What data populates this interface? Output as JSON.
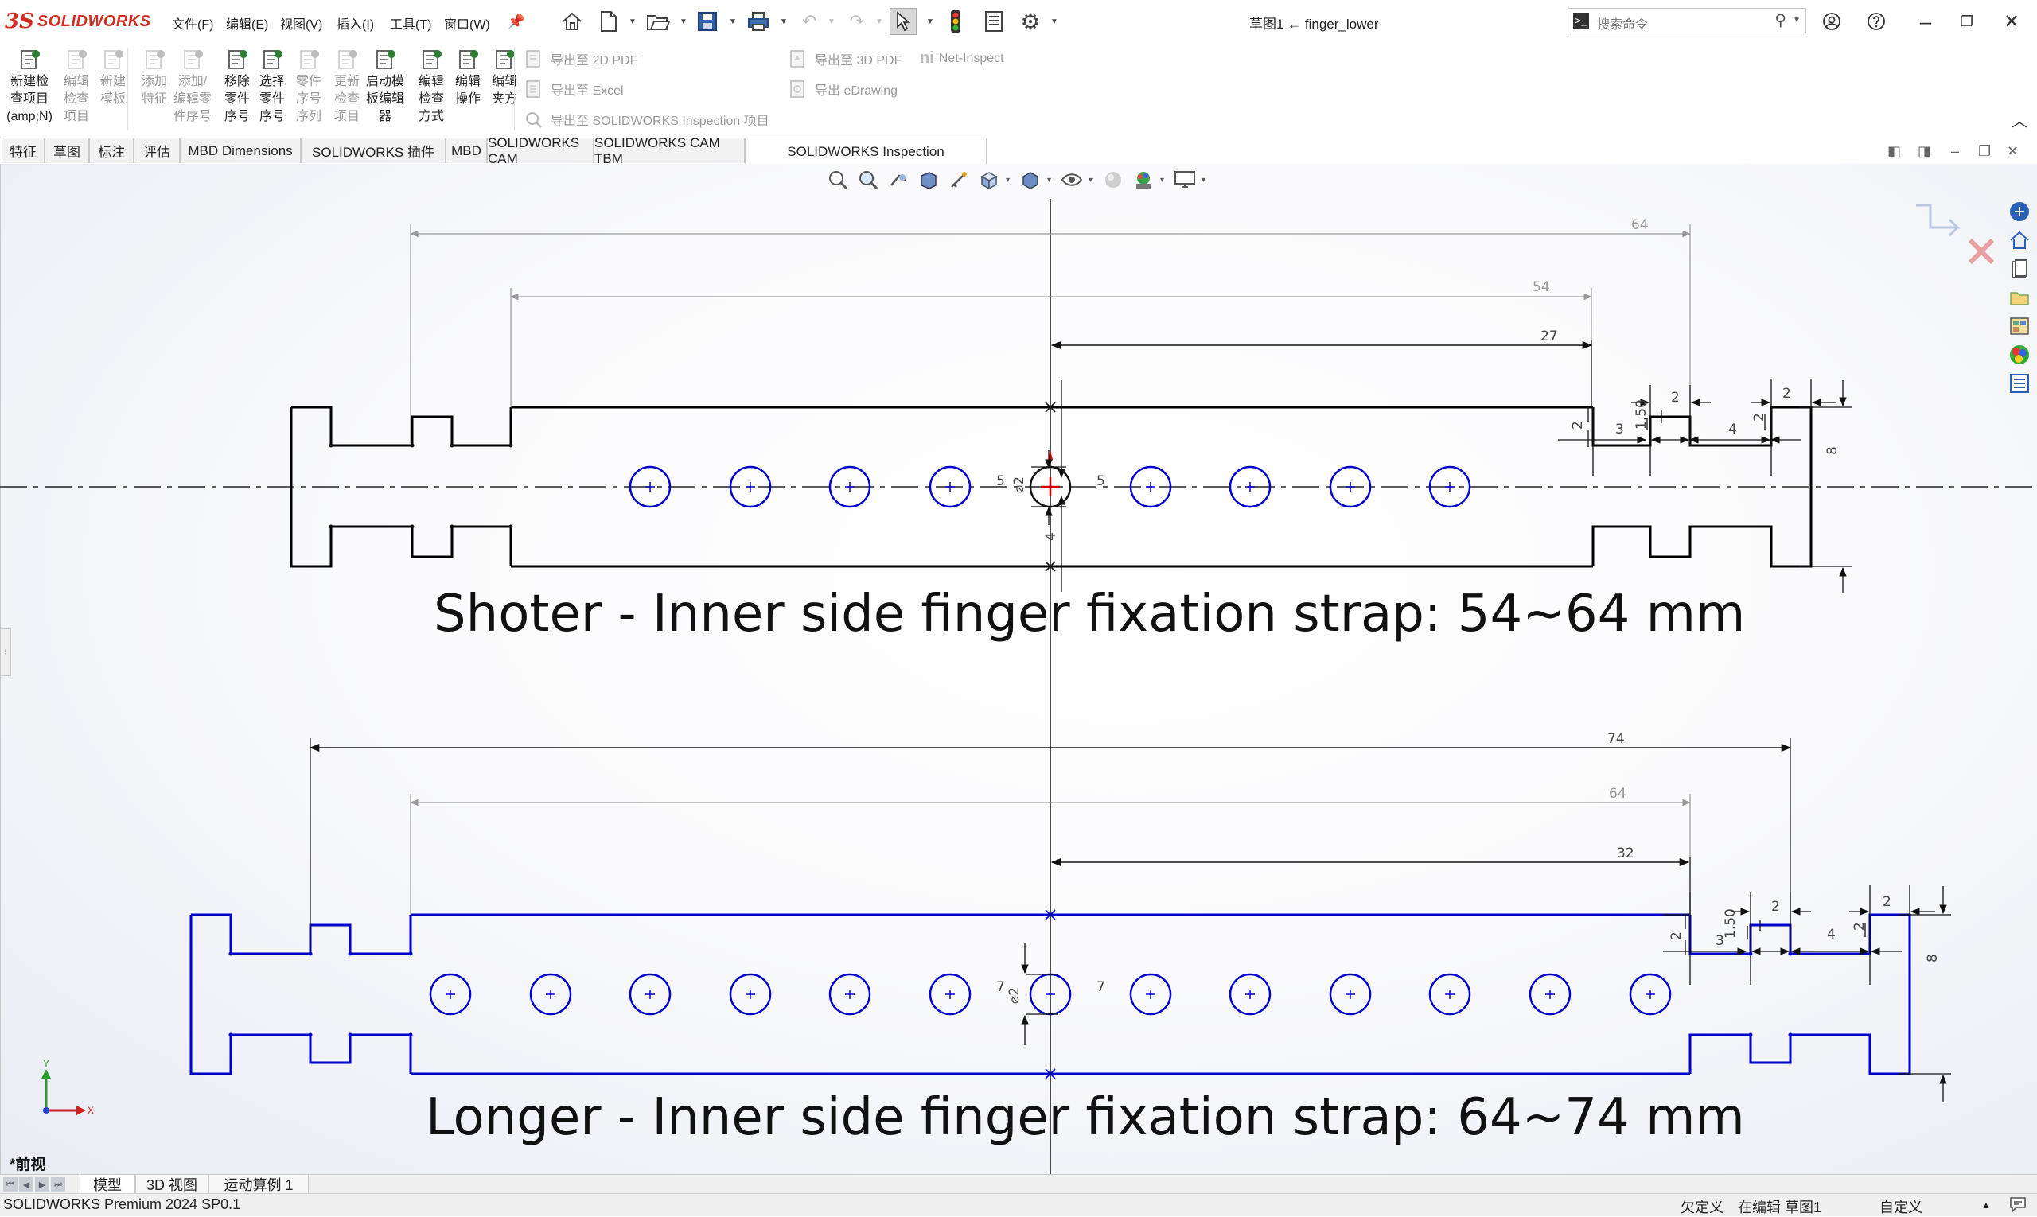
{
  "app": {
    "logo_ds": "3S",
    "logo_text": "SOLIDWORKS",
    "status_product": "SOLIDWORKS Premium 2024 SP0.1"
  },
  "menu": [
    "文件(F)",
    "编辑(E)",
    "视图(V)",
    "插入(I)",
    "工具(T)",
    "窗口(W)"
  ],
  "document_title": "草图1 ← finger_lower",
  "search": {
    "placeholder": "搜索命令",
    "prompt_glyph": ">_"
  },
  "ribbon": {
    "buttons": [
      {
        "label": [
          "新建检",
          "查项目",
          "(amp;N)"
        ],
        "enabled": true,
        "icon": "new-inspection-project-icon"
      },
      {
        "label": [
          "编辑",
          "检查",
          "项目"
        ],
        "enabled": false,
        "icon": "edit-inspection-project-icon"
      },
      {
        "label": [
          "新建",
          "模板"
        ],
        "enabled": false,
        "icon": "new-template-icon"
      },
      {
        "label": [
          "添加",
          "特征"
        ],
        "enabled": false,
        "icon": "add-feature-icon"
      },
      {
        "label": [
          "添加/",
          "编辑零",
          "件序号"
        ],
        "enabled": false,
        "icon": "add-balloon-icon"
      },
      {
        "label": [
          "移除",
          "零件",
          "序号"
        ],
        "enabled": true,
        "icon": "remove-balloon-icon"
      },
      {
        "label": [
          "选择",
          "零件",
          "序号"
        ],
        "enabled": true,
        "icon": "select-balloon-icon"
      },
      {
        "label": [
          "零件",
          "序号",
          "序列"
        ],
        "enabled": false,
        "icon": "balloon-sequence-icon"
      },
      {
        "label": [
          "更新",
          "检查",
          "项目"
        ],
        "enabled": false,
        "icon": "update-inspection-icon"
      },
      {
        "label": [
          "启动模",
          "板编辑",
          "器"
        ],
        "enabled": true,
        "icon": "template-editor-icon"
      },
      {
        "label": [
          "编辑",
          "检查",
          "方式"
        ],
        "enabled": true,
        "icon": "edit-inspection-method-icon"
      },
      {
        "label": [
          "编辑",
          "操作"
        ],
        "enabled": true,
        "icon": "edit-operation-icon"
      },
      {
        "label": [
          "编辑",
          "夹方"
        ],
        "enabled": true,
        "icon": "edit-fixture-icon"
      }
    ],
    "export": {
      "pdf2d": "导出至 2D PDF",
      "excel": "导出至 Excel",
      "sw_inspection": "导出至 SOLIDWORKS Inspection 项目",
      "pdf3d": "导出至 3D PDF",
      "edrawing": "导出 eDrawing",
      "net_inspect": "Net-Inspect"
    }
  },
  "tabs": [
    {
      "label": "特征",
      "active": false
    },
    {
      "label": "草图",
      "active": false
    },
    {
      "label": "标注",
      "active": false
    },
    {
      "label": "评估",
      "active": false
    },
    {
      "label": "MBD Dimensions",
      "active": false
    },
    {
      "label": "SOLIDWORKS 插件",
      "active": false
    },
    {
      "label": "MBD",
      "active": false
    },
    {
      "label": "SOLIDWORKS CAM",
      "active": false
    },
    {
      "label": "SOLIDWORKS CAM TBM",
      "active": false
    },
    {
      "label": "SOLIDWORKS Inspection",
      "active": true
    }
  ],
  "drawing": {
    "caption_short": "Shoter - Inner side finger fixation strap: 54~64 mm",
    "caption_long": "Longer - Inner side finger fixation strap: 64~74 mm",
    "short_dims": {
      "d64": "64",
      "d54": "54",
      "d27": "27",
      "d2a": "2",
      "d2b": "2",
      "d2c": "2",
      "d2d": "2",
      "d3": "3",
      "d4": "4",
      "d15": "1.50",
      "d8": "8",
      "d5a": "5",
      "d5b": "5",
      "dia": "⌀2",
      "d4v": "4"
    },
    "long_dims": {
      "d74": "74",
      "d64": "64",
      "d32": "32",
      "d2a": "2",
      "d2b": "2",
      "d2c": "2",
      "d2d": "2",
      "d3": "3",
      "d4": "4",
      "d15": "1.50",
      "d8": "8",
      "d7a": "7",
      "d7b": "7",
      "dia": "⌀2"
    },
    "triad": {
      "x": "X",
      "y": "Y"
    },
    "colors": {
      "short_sketch": "#000000",
      "long_sketch": "#0000cc",
      "hole": "#0000cc",
      "origin": "#cc0000"
    }
  },
  "view_label": "*前视",
  "bottom_tabs": [
    {
      "label": "模型",
      "active": true
    },
    {
      "label": "3D 视图",
      "active": false
    },
    {
      "label": "运动算例 1",
      "active": false
    }
  ],
  "status": {
    "underdefined": "欠定义",
    "editing": "在编辑 草图1",
    "custom": "自定义",
    "caret": "▲"
  }
}
